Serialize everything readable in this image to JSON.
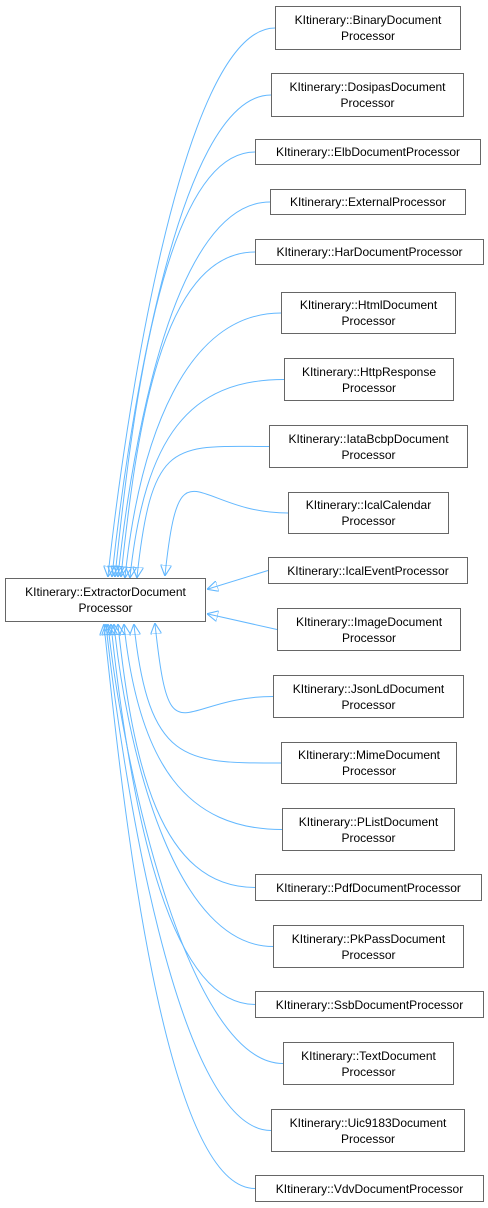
{
  "colors": {
    "edge": "#63b8ff",
    "node_border": "#666666",
    "text": "#000000"
  },
  "base": {
    "id": "extractor",
    "lines": [
      "KItinerary::ExtractorDocument",
      "Processor"
    ]
  },
  "derived": [
    {
      "id": "binary",
      "lines": [
        "KItinerary::BinaryDocument",
        "Processor"
      ]
    },
    {
      "id": "dosipas",
      "lines": [
        "KItinerary::DosipasDocument",
        "Processor"
      ]
    },
    {
      "id": "elb",
      "lines": [
        "KItinerary::ElbDocumentProcessor"
      ]
    },
    {
      "id": "external",
      "lines": [
        "KItinerary::ExternalProcessor"
      ]
    },
    {
      "id": "har",
      "lines": [
        "KItinerary::HarDocumentProcessor"
      ]
    },
    {
      "id": "html",
      "lines": [
        "KItinerary::HtmlDocument",
        "Processor"
      ]
    },
    {
      "id": "http",
      "lines": [
        "KItinerary::HttpResponse",
        "Processor"
      ]
    },
    {
      "id": "iata",
      "lines": [
        "KItinerary::IataBcbpDocument",
        "Processor"
      ]
    },
    {
      "id": "icalcal",
      "lines": [
        "KItinerary::IcalCalendar",
        "Processor"
      ]
    },
    {
      "id": "icalevent",
      "lines": [
        "KItinerary::IcalEventProcessor"
      ]
    },
    {
      "id": "image",
      "lines": [
        "KItinerary::ImageDocument",
        "Processor"
      ]
    },
    {
      "id": "jsonld",
      "lines": [
        "KItinerary::JsonLdDocument",
        "Processor"
      ]
    },
    {
      "id": "mime",
      "lines": [
        "KItinerary::MimeDocument",
        "Processor"
      ]
    },
    {
      "id": "plist",
      "lines": [
        "KItinerary::PListDocument",
        "Processor"
      ]
    },
    {
      "id": "pdf",
      "lines": [
        "KItinerary::PdfDocumentProcessor"
      ]
    },
    {
      "id": "pkpass",
      "lines": [
        "KItinerary::PkPassDocument",
        "Processor"
      ]
    },
    {
      "id": "ssb",
      "lines": [
        "KItinerary::SsbDocumentProcessor"
      ]
    },
    {
      "id": "text",
      "lines": [
        "KItinerary::TextDocument",
        "Processor"
      ]
    },
    {
      "id": "uic",
      "lines": [
        "KItinerary::Uic9183Document",
        "Processor"
      ]
    },
    {
      "id": "vdv",
      "lines": [
        "KItinerary::VdvDocumentProcessor"
      ]
    }
  ]
}
